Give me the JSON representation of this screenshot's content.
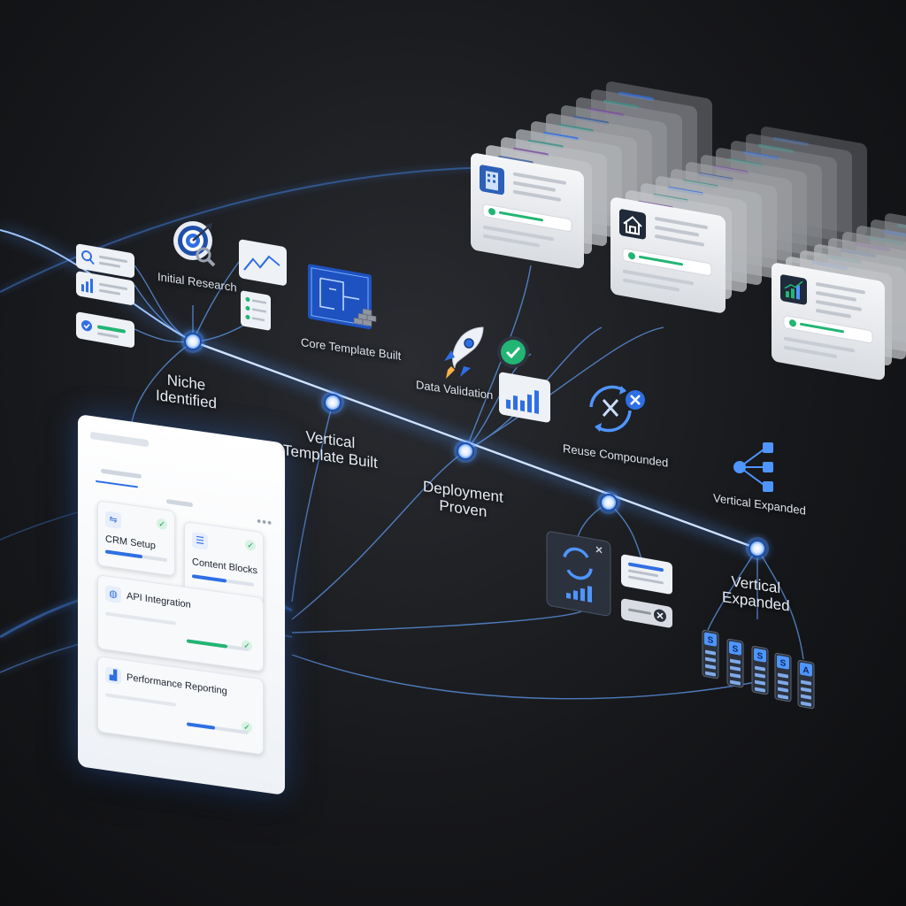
{
  "milestones": [
    {
      "label": "Niche\nIdentified"
    },
    {
      "label": "Vertical\nTemplate Built"
    },
    {
      "label": "Deployment\nProven"
    },
    {
      "label": "Vertical\nExpanded"
    }
  ],
  "annotations": {
    "initial_research": "Initial Research",
    "core_template": "Core Template Built",
    "data_validation": "Data Validation",
    "reuse_compounded": "Reuse Compounded",
    "vertical_expanded": "Vertical Expanded"
  },
  "panel": {
    "cards": [
      {
        "title": "CRM Setup",
        "progress": 0.6
      },
      {
        "title": "Content Blocks",
        "progress": 0.55
      },
      {
        "title": "API Integration",
        "progress": 0.65
      },
      {
        "title": "Performance Reporting",
        "progress": 0.45
      }
    ]
  },
  "server_labels": [
    "S",
    "S",
    "S",
    "S",
    "A"
  ],
  "colors": {
    "glow": "#4f95ff",
    "line": "#9cc4ff",
    "accent_blue": "#2f6fe4",
    "accent_green": "#22b573",
    "node_core": "#ffffff"
  },
  "icons": [
    "search-icon",
    "bars-icon",
    "check-icon",
    "target-icon",
    "line-chart-icon",
    "checklist-icon",
    "blueprint-icon",
    "rocket-icon",
    "check-badge-icon",
    "bar-chart-icon",
    "cycle-x-icon",
    "network-icon",
    "building-icon",
    "house-icon",
    "growth-chart-icon",
    "server-icon",
    "refresh-icon",
    "close-icon"
  ]
}
